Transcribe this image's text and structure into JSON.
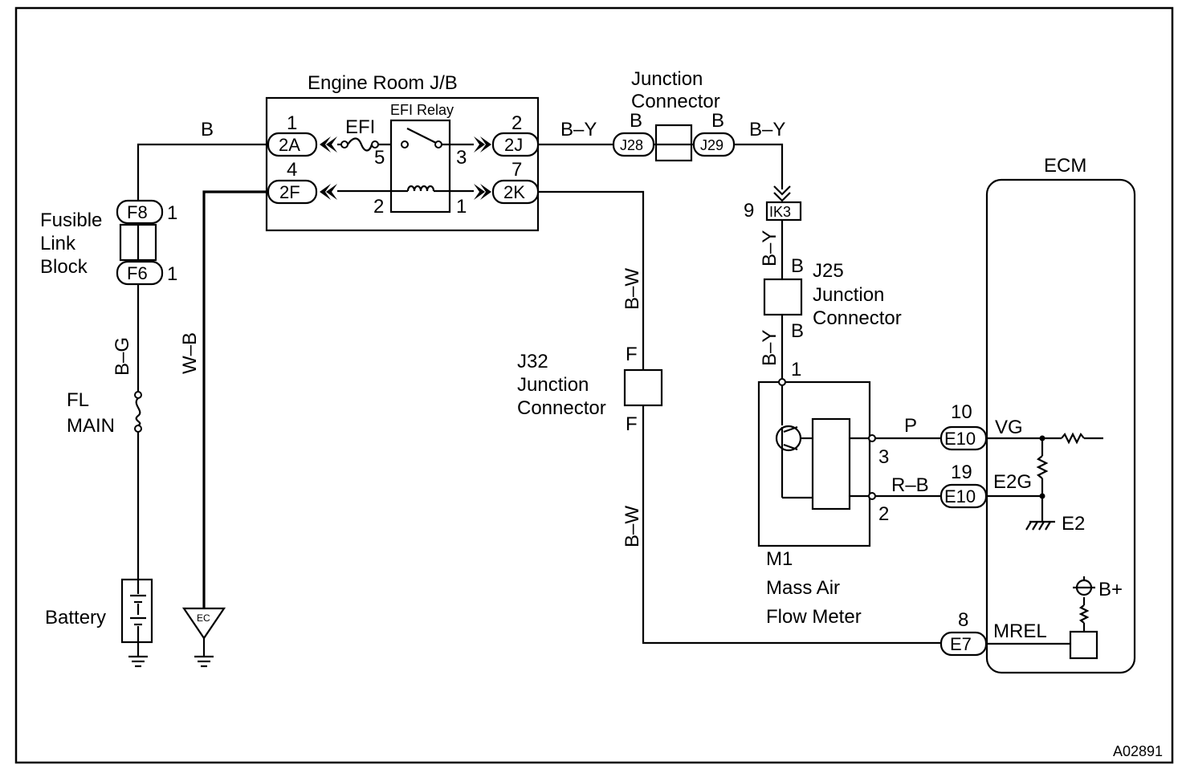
{
  "engine_room_jb": {
    "title": "Engine Room J/B",
    "fuse": "EFI",
    "relay": "EFI Relay",
    "pins": {
      "relay_5": "5",
      "relay_3": "3",
      "relay_2": "2",
      "relay_1": "1"
    },
    "connectors": {
      "c2A": {
        "id": "2A",
        "pin": "1"
      },
      "c2F": {
        "id": "2F",
        "pin": "4"
      },
      "c2J": {
        "id": "2J",
        "pin": "2"
      },
      "c2K": {
        "id": "2K",
        "pin": "7"
      }
    }
  },
  "fusible_link_block": {
    "label_lines": [
      "Fusible",
      "Link",
      "Block"
    ],
    "f8": {
      "id": "F8",
      "pin": "1"
    },
    "f6": {
      "id": "F6",
      "pin": "1"
    }
  },
  "fl_main": {
    "label_lines": [
      "FL",
      "MAIN"
    ]
  },
  "battery": {
    "label": "Battery"
  },
  "ground_ec": {
    "label": "EC"
  },
  "wires": {
    "b_top": "B",
    "b_g": "B–G",
    "w_b": "W–B",
    "b_y_1": "B–Y",
    "b_y_2": "B–Y",
    "b_y_3": "B–Y",
    "b_y_4": "B–Y",
    "b_w_1": "B–W",
    "b_w_2": "B–W",
    "p": "P",
    "r_b": "R–B"
  },
  "junction_connector_top": {
    "label_lines": [
      "Junction",
      "Connector"
    ],
    "j28": {
      "id": "J28",
      "pin": "B"
    },
    "j29": {
      "id": "J29",
      "pin": "B"
    }
  },
  "ik3": {
    "id": "IK3",
    "pin": "9"
  },
  "j25": {
    "label_lines": [
      "J25",
      "Junction",
      "Connector"
    ],
    "pin_top": "B",
    "pin_bottom": "B"
  },
  "j32": {
    "label_lines": [
      "J32",
      "Junction",
      "Connector"
    ],
    "pin_top": "F",
    "pin_bottom": "F"
  },
  "mass_air_flow_meter": {
    "label_lines": [
      "M1",
      "Mass Air",
      "Flow Meter"
    ],
    "pin_1": "1",
    "pin_3": "3",
    "pin_2": "2"
  },
  "ecm": {
    "title": "ECM",
    "e10_vg": {
      "id": "E10",
      "pin": "10",
      "terminal": "VG"
    },
    "e10_e2g": {
      "id": "E10",
      "pin": "19",
      "terminal": "E2G"
    },
    "e7_mrel": {
      "id": "E7",
      "pin": "8",
      "terminal": "MREL"
    },
    "e2": "E2",
    "b_plus": "B+"
  },
  "figure_code": "A02891"
}
